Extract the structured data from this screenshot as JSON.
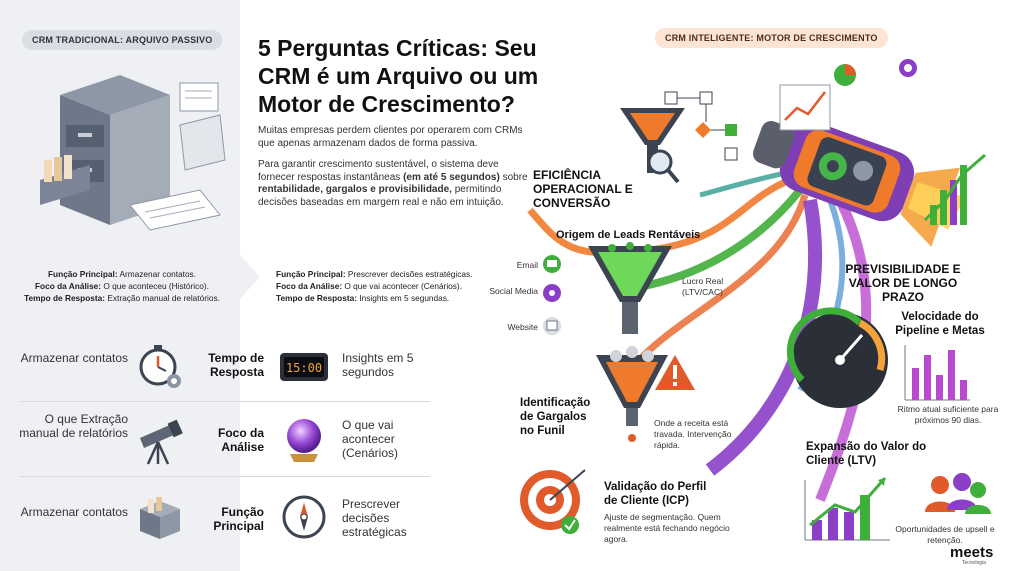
{
  "left": {
    "badge": "CRM TRADICIONAL: ARQUIVO PASSIVO",
    "meta": [
      {
        "key": "Função Principal:",
        "value": " Armazenar contatos."
      },
      {
        "key": "Foco da Análise:",
        "value": " O que aconteceu (Histórico)."
      },
      {
        "key": "Tempo de Resposta:",
        "value": " Extração manual de relatórios."
      }
    ]
  },
  "title": "5 Perguntas Críticas: Seu CRM é um Arquivo ou um Motor de Crescimento?",
  "intro": {
    "p1": "Muitas empresas perdem clientes por operarem com CRMs que apenas armazenam dados de forma passiva.",
    "p2_a": "Para garantir crescimento sustentável, o sistema deve fornecer respostas instantâneas ",
    "p2_b": "(em até 5 segundos)",
    "p2_c": " sobre ",
    "p2_d": "rentabilidade, gargalos e provisibilidade,",
    "p2_e": " permitindo decisões baseadas em margem real e não em intuição."
  },
  "middle_meta": [
    {
      "key": "Função Principal:",
      "value": " Prescrever decisões estratégicas."
    },
    {
      "key": "Foco da Análise:",
      "value": " O que vai acontecer (Cenários)."
    },
    {
      "key": "Tempo de Resposta:",
      "value": " Insights em 5 segundas."
    }
  ],
  "comparison": [
    {
      "old": "Armazenar contatos",
      "label": "Tempo de Resposta",
      "new": "Insights em 5 segundos",
      "clock": "15:00"
    },
    {
      "old": "O que Extração manual de relatórios",
      "label": "Foco da Análise",
      "new": "O que vai acontecer (Cenários)"
    },
    {
      "old": "Armazenar contatos",
      "label": "Função Principal",
      "new": "Prescrever decisões estratégicas"
    }
  ],
  "right": {
    "badge": "CRM INTELIGENTE: MOTOR DE CRESCIMENTO",
    "efficiency": "EFICIÊNCIA OPERACIONAL E CONVERSÃO",
    "leads_title": "Origem de Leads Rentáveis",
    "sources": [
      "Email",
      "Social Media",
      "Website"
    ],
    "lucro": "Lucro Real (LTV/CAC)",
    "gargalos_title": "Identificação de Gargalos no Funil",
    "gargalos_desc": "Onde a receita está travada. Intervenção rápida.",
    "icp_title": "Validação do Perfil de Cliente (ICP)",
    "icp_desc": "Ajuste de segmentação. Quem realmente está fechando negócio agora.",
    "prev_title": "PREVISIBILIDADE E VALOR DE LONGO PRAZO",
    "pipeline_title": "Velocidade do Pipeline e Metas",
    "pipeline_desc": "Ritmo atual suficiente para próximos 90 dias.",
    "ltv_title": "Expansão do Valor do Cliente (LTV)",
    "ltv_desc": "Oportunidades de upsell e retenção."
  },
  "logo": {
    "name": "meets",
    "sub": "Tecnologia"
  },
  "colors": {
    "orange": "#f07a2c",
    "purple": "#8b3fc7",
    "green": "#3fae3a",
    "teal": "#2e9c8f"
  }
}
